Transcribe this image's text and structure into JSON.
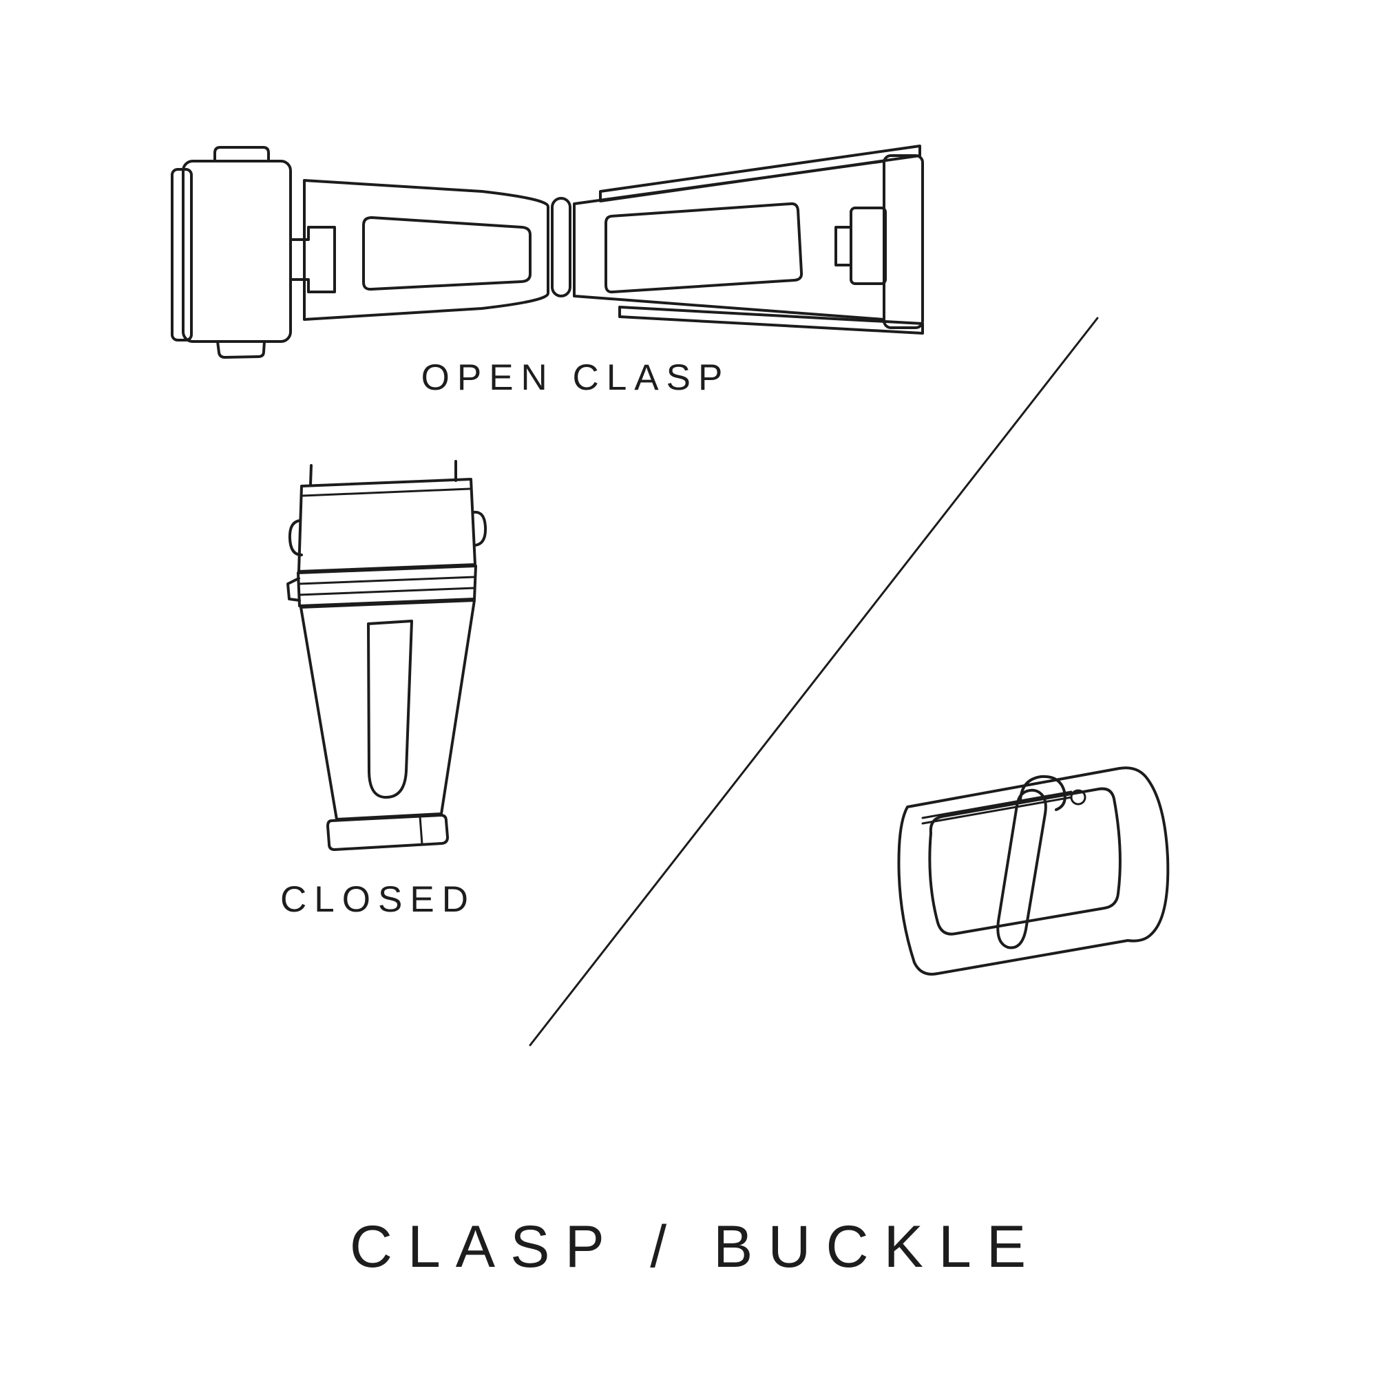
{
  "page": {
    "background": "#ffffff",
    "ink_color": "#1c1c1c",
    "text_color": "#1d1d1d"
  },
  "labels": {
    "open_clasp": "OPEN CLASP",
    "closed": "CLOSED",
    "title": "CLASP / BUCKLE"
  },
  "illustrations": {
    "open_clasp": "open-clasp-line-art",
    "closed_clasp": "closed-clasp-line-art",
    "buckle": "tang-buckle-line-art",
    "divider": "diagonal-divider-line"
  }
}
